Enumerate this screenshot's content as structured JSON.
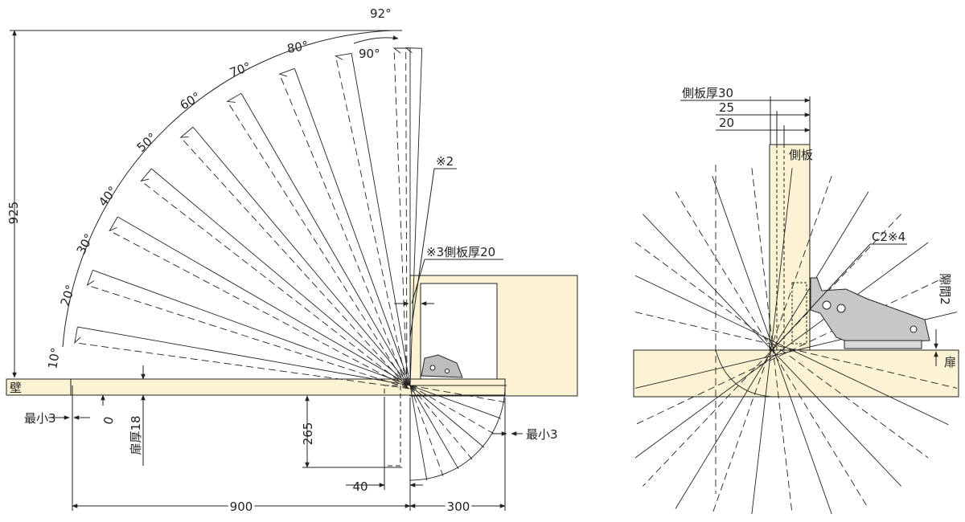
{
  "left_view": {
    "wall_label": "壁",
    "dimensions": {
      "height_925": "925",
      "width_900": "900",
      "width_300": "300",
      "gap_40": "40",
      "depth_265": "265",
      "door_thickness": "扉厚18",
      "min_left": "最小3",
      "min_right": "最小3",
      "zero_label": "0"
    },
    "notes": {
      "note2": "※2",
      "note3": "※3側板厚20"
    },
    "angles": [
      "10°",
      "20°",
      "30°",
      "40°",
      "50°",
      "60°",
      "70°",
      "80°",
      "90°",
      "92°"
    ]
  },
  "right_view": {
    "thickness_labels": [
      "側板厚30",
      "25",
      "20"
    ],
    "side_panel_label": "側板",
    "c2_label": "C2※4",
    "gap_label": "隙間2",
    "door_label": "扉"
  }
}
